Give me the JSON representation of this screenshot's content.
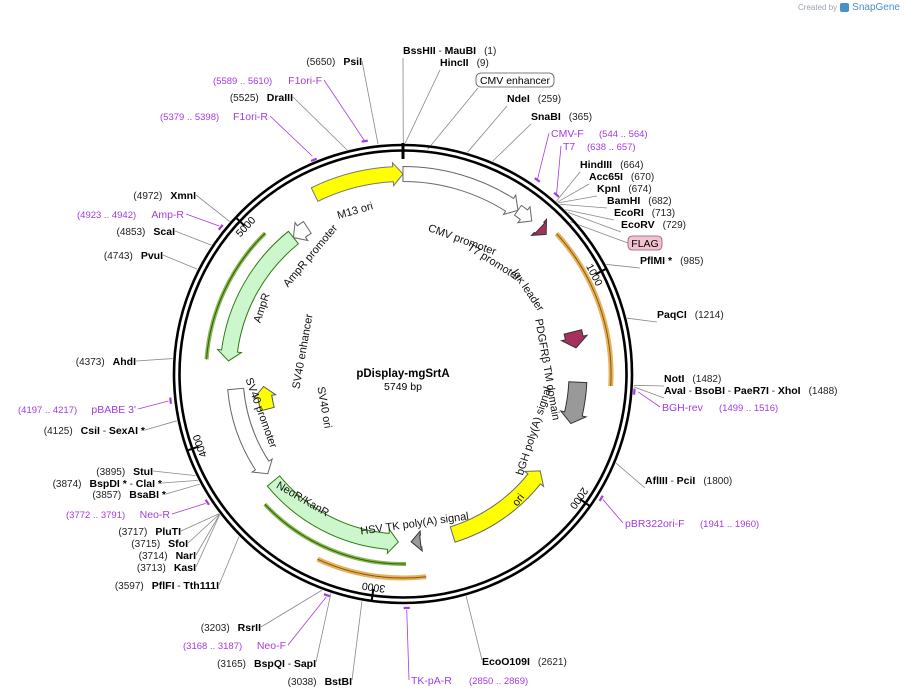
{
  "credit": {
    "created_by": "Created by",
    "brand": "SnapGene"
  },
  "center": {
    "name": "pDisplay-mgSrtA",
    "size": "5749 bp"
  },
  "ticks": [
    "1000",
    "2000",
    "3000",
    "4000",
    "5000"
  ],
  "sites": [
    {
      "name": "BssHII",
      "sep": " - ",
      "name2": "MauBI",
      "pos": "(1)"
    },
    {
      "name": "HincII",
      "pos": "(9)"
    },
    {
      "name": "NdeI",
      "pos": "(259)"
    },
    {
      "name": "SnaBI",
      "pos": "(365)"
    },
    {
      "name": "HindIII",
      "pos": "(664)"
    },
    {
      "name": "Acc65I",
      "pos": "(670)"
    },
    {
      "name": "KpnI",
      "pos": "(674)"
    },
    {
      "name": "BamHI",
      "pos": "(682)"
    },
    {
      "name": "EcoRI",
      "pos": "(713)"
    },
    {
      "name": "EcoRV",
      "pos": "(729)"
    },
    {
      "name": "PflMI *",
      "pos": "(985)"
    },
    {
      "name": "PaqCI",
      "pos": "(1214)"
    },
    {
      "name": "NotI",
      "pos": "(1482)"
    },
    {
      "name": "AvaI",
      "sep": " - ",
      "name2": "BsoBI",
      "sep2": " - ",
      "name3": "PaeR7I",
      "sep3": " - ",
      "name4": "XhoI",
      "pos": "(1488)"
    },
    {
      "name": "AflIII",
      "sep": " - ",
      "name2": "PciI",
      "pos": "(1800)"
    },
    {
      "name": "EcoO109I",
      "pos": "(2621)"
    },
    {
      "name": "BstBI",
      "pos": "(3038)"
    },
    {
      "name": "BspQI",
      "sep": " - ",
      "name2": "SapI",
      "pos": "(3165)"
    },
    {
      "name": "RsrII",
      "pos": "(3203)"
    },
    {
      "name": "PflFI",
      "sep": " - ",
      "name2": "Tth111I",
      "pos": "(3597)"
    },
    {
      "name": "KasI",
      "pos": "(3713)"
    },
    {
      "name": "NarI",
      "pos": "(3714)"
    },
    {
      "name": "SfoI",
      "pos": "(3715)"
    },
    {
      "name": "PluTI",
      "pos": "(3717)"
    },
    {
      "name": "BsaBI *",
      "pos": "(3857)"
    },
    {
      "name": "BspDI *",
      "sep": " - ",
      "name2": "ClaI *",
      "pos": "(3874)"
    },
    {
      "name": "StuI",
      "pos": "(3895)"
    },
    {
      "name": "CsiI",
      "sep": " - ",
      "name2": "SexAI *",
      "pos": "(4125)"
    },
    {
      "name": "AhdI",
      "pos": "(4373)"
    },
    {
      "name": "PvuI",
      "pos": "(4743)"
    },
    {
      "name": "ScaI",
      "pos": "(4853)"
    },
    {
      "name": "XmnI",
      "pos": "(4972)"
    },
    {
      "name": "DraIII",
      "pos": "(5525)"
    },
    {
      "name": "PsiI",
      "pos": "(5650)"
    }
  ],
  "primers": [
    {
      "name": "CMV-F",
      "range": "(544 .. 564)"
    },
    {
      "name": "T7",
      "range": "(638 .. 657)"
    },
    {
      "name": "BGH-rev",
      "range": "(1499 .. 1516)"
    },
    {
      "name": "pBR322ori-F",
      "range": "(1941 .. 1960)"
    },
    {
      "name": "TK-pA-R",
      "range": "(2850 .. 2869)"
    },
    {
      "name": "Neo-F",
      "range": "(3168 .. 3187)"
    },
    {
      "name": "Neo-R",
      "range": "(3772 .. 3791)"
    },
    {
      "name": "pBABE 3'",
      "range": "(4197 .. 4217)"
    },
    {
      "name": "Amp-R",
      "range": "(4923 .. 4942)"
    },
    {
      "name": "F1ori-R",
      "range": "(5379 .. 5398)"
    },
    {
      "name": "F1ori-F",
      "range": "(5589 .. 5610)"
    }
  ],
  "features": {
    "cmv_enhancer": "CMV enhancer",
    "flag": "FLAG",
    "m13_ori": "M13 ori",
    "cmv_promoter": "CMV promoter",
    "t7_promoter": "T7 promoter",
    "igk_leader": "Igκ leader",
    "pdgfrb": "PDGFRβ TM domain",
    "bgh": "bGH poly(A) signal",
    "ori": "ori",
    "hsv_tk": "HSV TK poly(A) signal",
    "neor": "NeoR/KanR",
    "sv40_promoter": "SV40 promoter",
    "sv40_enhancer": "SV40 enhancer",
    "sv40_ori": "SV40 ori",
    "ampr": "AmpR",
    "ampr_promoter": "AmpR promoter"
  },
  "colors": {
    "backbone": "#000000",
    "primer": "#a43be0",
    "m13_ori": "#ffff00",
    "ori": "#ffff00",
    "ampr": "#ccf7cc",
    "neor": "#ccf7cc",
    "cds_outline": "#4f8a10",
    "promoter": "#ffffff",
    "polyA": "#999999",
    "signal": "#a8305f",
    "orf_highlight": "#e8a23a",
    "flag": "#f0c3cf"
  }
}
